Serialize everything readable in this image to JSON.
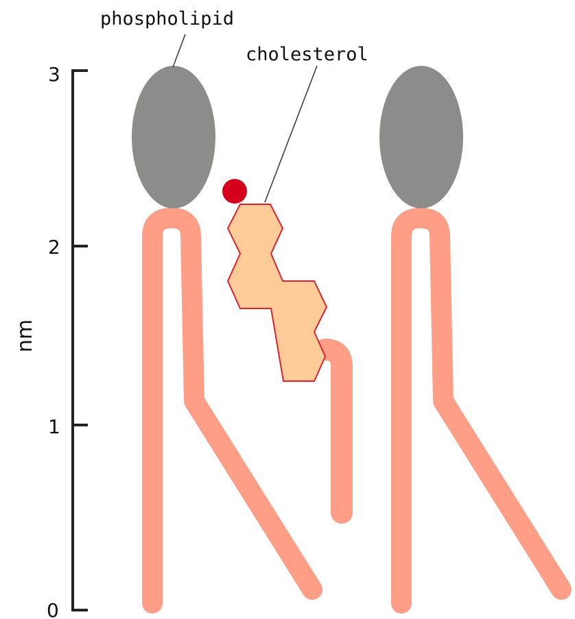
{
  "labels": {
    "phospholipid": "phospholipid",
    "cholesterol": "cholesterol"
  },
  "axis": {
    "title": "nm",
    "ticks": [
      "0",
      "1",
      "2",
      "3"
    ]
  },
  "colors": {
    "head": "#8c8c8a",
    "tail": "#ff9e86",
    "cholesterol_ring_fill": "#ffcc99",
    "cholesterol_ring_stroke": "#e2202c",
    "cholesterol_oh": "#d4001c",
    "axis": "#222222"
  }
}
